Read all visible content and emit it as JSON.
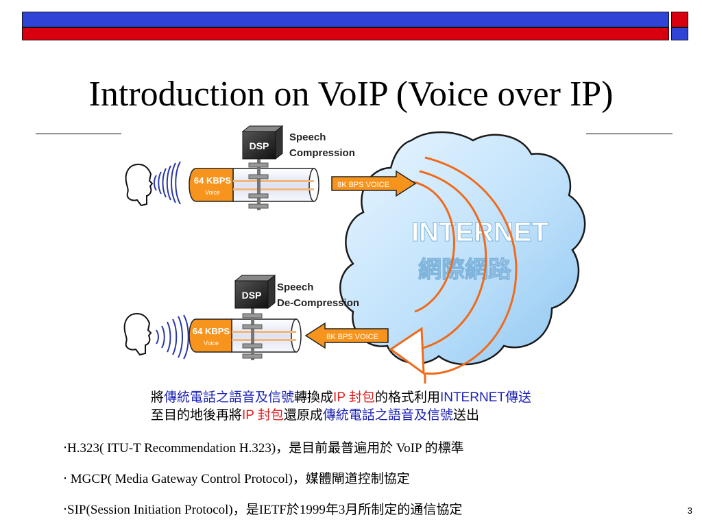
{
  "slide": {
    "title": "Introduction on VoIP (Voice over IP)",
    "page_number": "3",
    "colors": {
      "blue": "#2f43d6",
      "red": "#d8000f",
      "orange": "#f7941d"
    }
  },
  "diagram": {
    "top": {
      "dsp_label": "DSP",
      "caption_line1": "Speech",
      "caption_line2": "Compression",
      "rate_line1": "64 KBPS",
      "rate_line2": "Voice",
      "arrow_label": "8K BPS VOICE"
    },
    "bottom": {
      "dsp_label": "DSP",
      "caption_line1": "Speech",
      "caption_line2": "De-Compression",
      "rate_line1": "64 KBPS",
      "rate_line2": "Voice",
      "arrow_label": "8K BPS VOICE"
    },
    "cloud": {
      "line1": "INTERNET",
      "line2": "網際網路"
    },
    "caption": {
      "line1": [
        {
          "text": "將",
          "color": "#000000"
        },
        {
          "text": "傳統電話之語音及信號",
          "color": "#1d22b5"
        },
        {
          "text": "轉換成",
          "color": "#000000"
        },
        {
          "text": "IP 封包",
          "color": "#e02020"
        },
        {
          "text": "的格式利用",
          "color": "#000000"
        },
        {
          "text": "INTERNET傳送",
          "color": "#1d22b5"
        }
      ],
      "line2": [
        {
          "text": "至目的地後再將",
          "color": "#000000"
        },
        {
          "text": "IP 封包",
          "color": "#e02020"
        },
        {
          "text": "還原成",
          "color": "#000000"
        },
        {
          "text": "傳統電話之語音及信號",
          "color": "#1d22b5"
        },
        {
          "text": "送出",
          "color": "#000000"
        }
      ]
    }
  },
  "bullets": [
    "‧H.323( ITU-T Recommendation H.323)，是目前最普遍用於 VoIP 的標準",
    "‧  MGCP( Media Gateway Control Protocol)，媒體閘道控制協定",
    "‧SIP(Session Initiation Protocol)，是IETF於1999年3月所制定的通信協定"
  ]
}
